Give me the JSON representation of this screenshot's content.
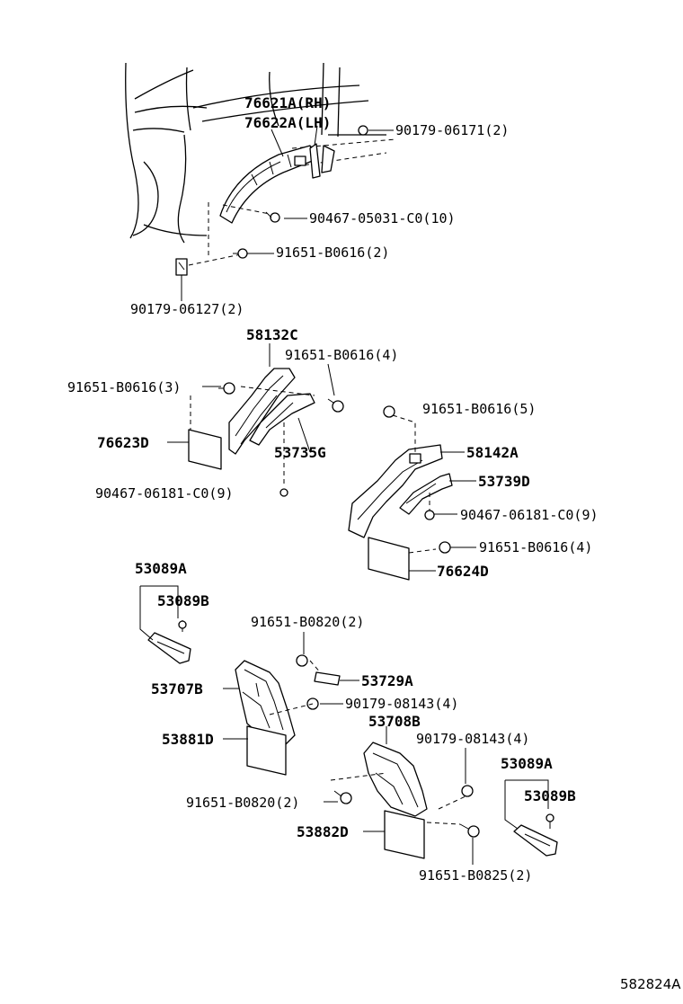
{
  "diagram_id": "582824A",
  "labels": {
    "p76621A": "76621A(RH)",
    "p76622A": "76622A(LH)",
    "p90179_06171": "90179-06171(2)",
    "p90467_05031": "90467-05031-C0(10)",
    "p91651_B0616_2": "91651-B0616(2)",
    "p90179_06127": "90179-06127(2)",
    "p58132C": "58132C",
    "p91651_B0616_4a": "91651-B0616(4)",
    "p91651_B0616_3": "91651-B0616(3)",
    "p76623D": "76623D",
    "p53735G": "53735G",
    "p90467_06181_a": "90467-06181-C0(9)",
    "p91651_B0616_5": "91651-B0616(5)",
    "p58142A": "58142A",
    "p53739D": "53739D",
    "p90467_06181_b": "90467-06181-C0(9)",
    "p91651_B0616_4b": "91651-B0616(4)",
    "p76624D": "76624D",
    "p53089A_a": "53089A",
    "p53089B_a": "53089B",
    "p91651_B0820_a": "91651-B0820(2)",
    "p53729A": "53729A",
    "p53707B": "53707B",
    "p90179_08143_a": "90179-08143(4)",
    "p53881D": "53881D",
    "p53708B": "53708B",
    "p90179_08143_b": "90179-08143(4)",
    "p53089A_b": "53089A",
    "p53089B_b": "53089B",
    "p91651_B0820_b": "91651-B0820(2)",
    "p53882D": "53882D",
    "p91651_B0825": "91651-B0825(2)"
  }
}
